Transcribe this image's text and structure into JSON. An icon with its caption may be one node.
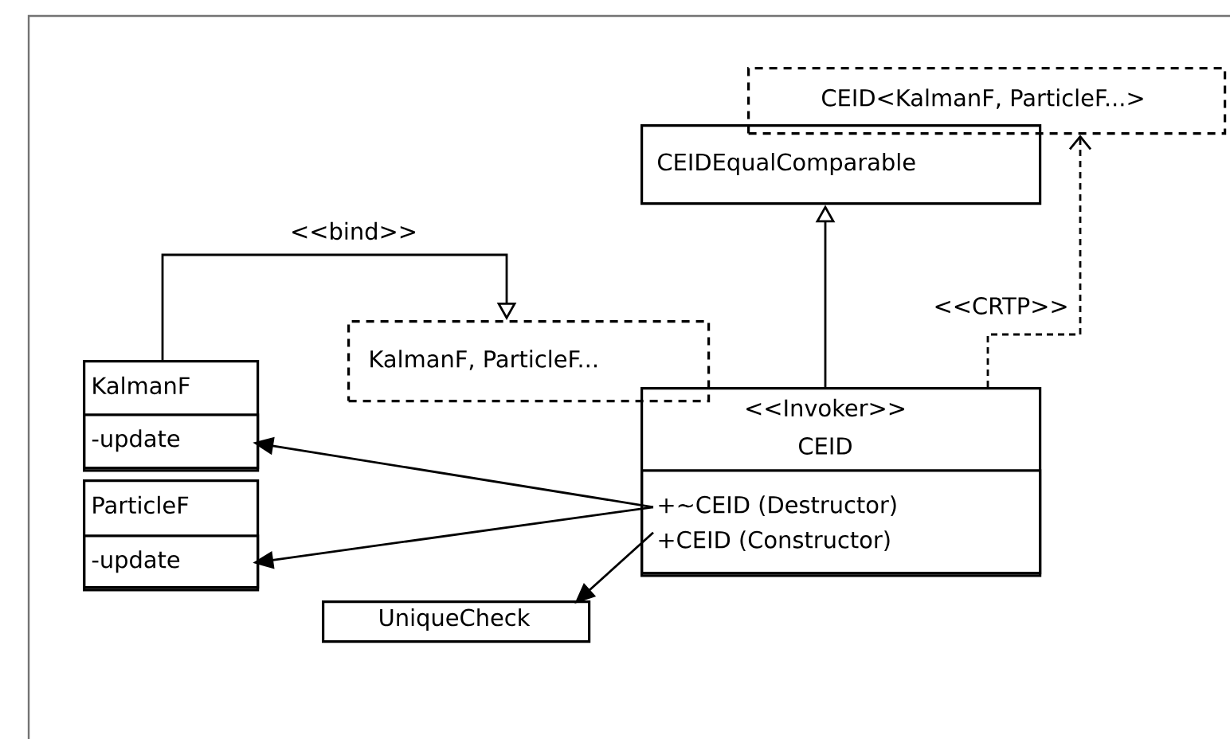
{
  "diagram": {
    "nodes": [
      {
        "text": [
          "CEID<KalmanF, ParticleF...>"
        ]
      },
      {
        "text": [
          "CEIDEqualComparable"
        ]
      },
      {
        "text": [
          "KalmanF, ParticleF..."
        ]
      },
      {
        "text": [
          "KalmanF"
        ]
      },
      {
        "text": [
          "-update"
        ],
        "in": 3
      },
      {
        "text": [
          "ParticleF"
        ]
      },
      {
        "text": [
          "-update"
        ],
        "in": 5
      },
      {
        "text": [
          "<<Invoker>>",
          "CEID"
        ]
      },
      {
        "text": [
          "+~CEID (Destructor)",
          "+CEID (Constructor)"
        ],
        "in": 7
      },
      {
        "text": [
          "UniqueCheck"
        ]
      }
    ],
    "edges": [
      {
        "from": 3,
        "to": 2,
        "arrow": "to",
        "label": "<<bind>>"
      },
      {
        "from": 7,
        "to": 1,
        "arrow": "to"
      },
      {
        "from": 7,
        "to": 0,
        "arrow": "to",
        "label": "<<CRTP>>",
        "style": "dashed"
      },
      {
        "from": 8,
        "to": 4,
        "arrow": "to"
      },
      {
        "from": 8,
        "to": 6,
        "arrow": "to"
      },
      {
        "from": 8,
        "to": 9,
        "arrow": "to"
      }
    ]
  }
}
